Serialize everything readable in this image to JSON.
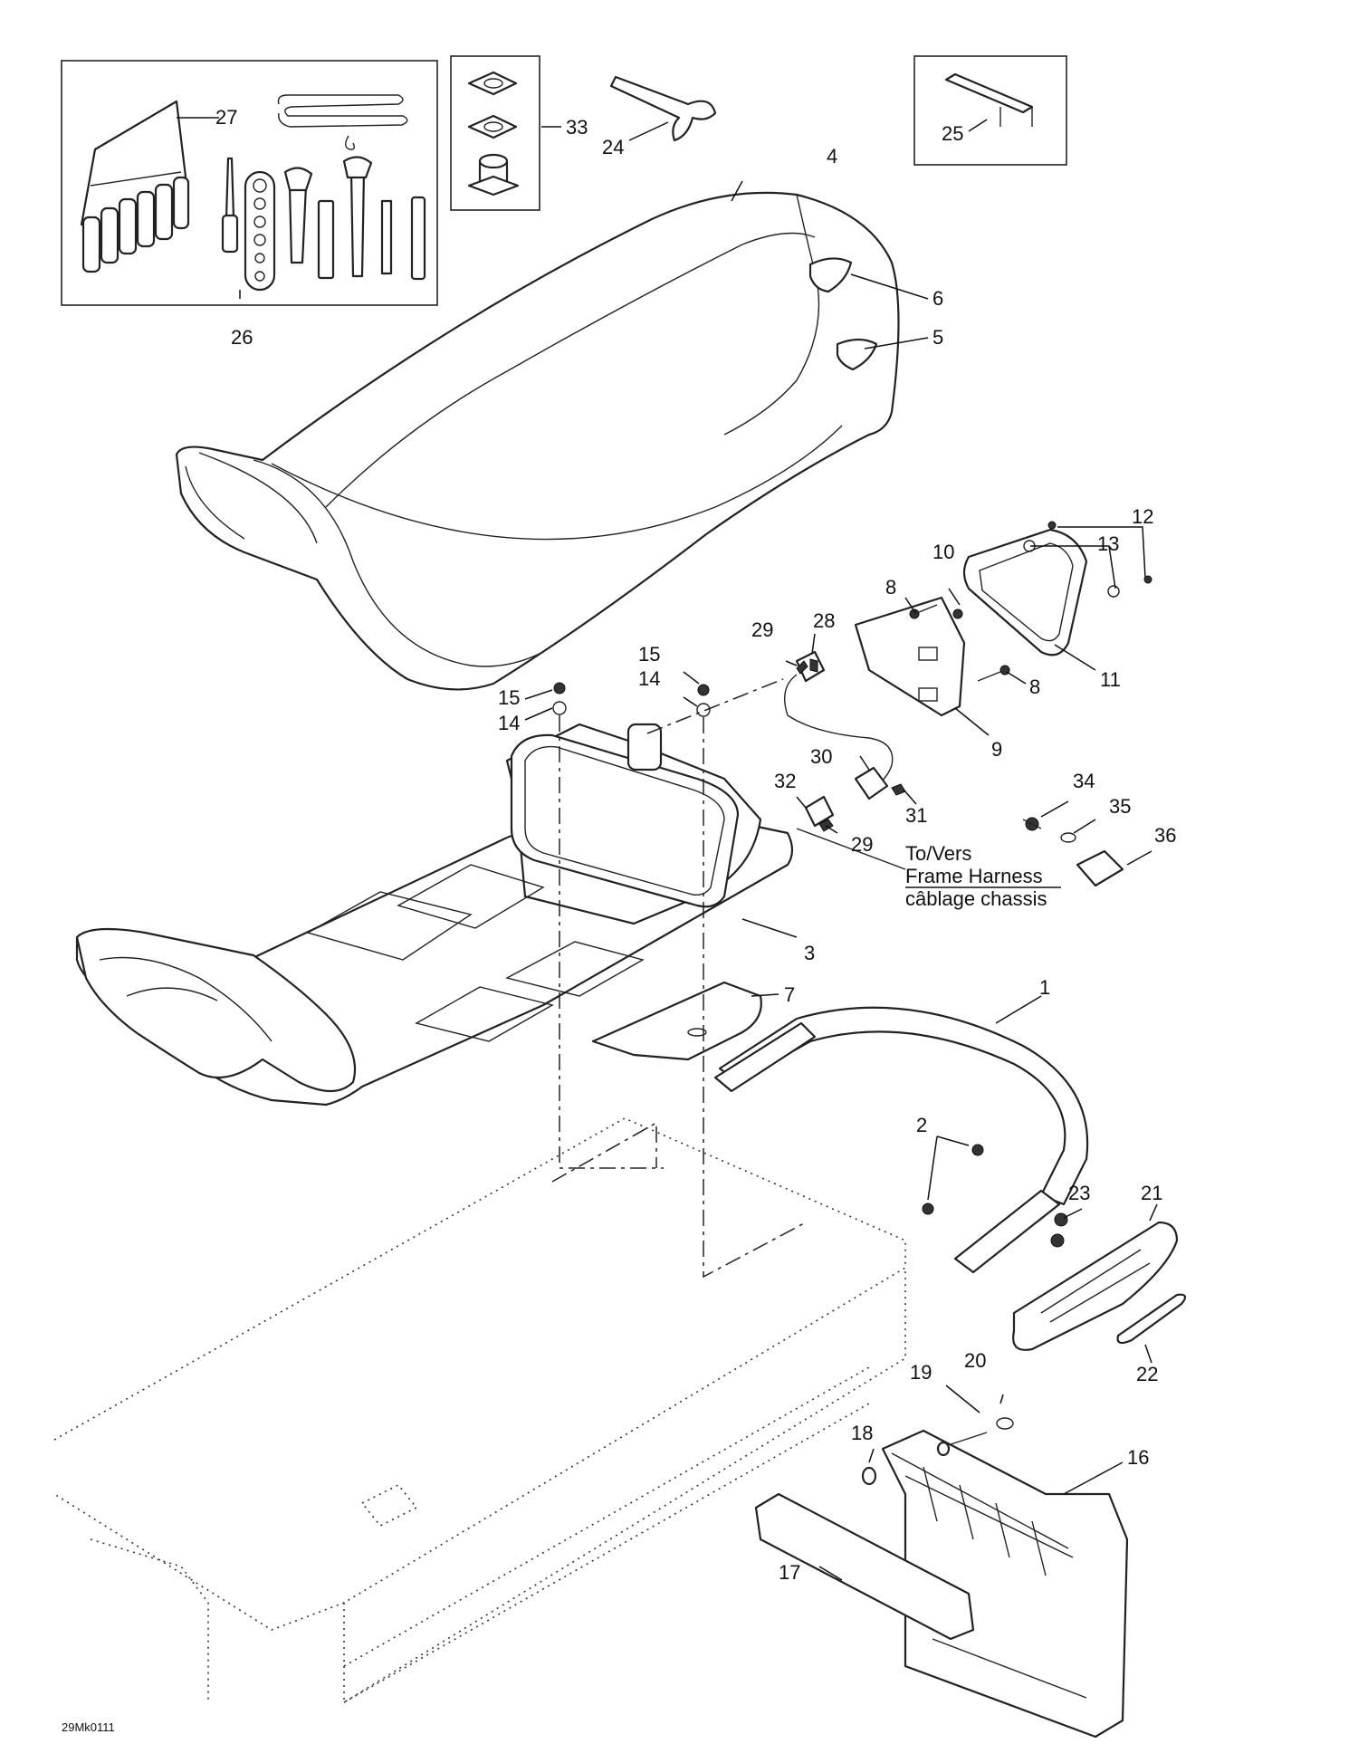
{
  "diagram_code": "29Mk0111",
  "harness_note": {
    "line1": "To/Vers",
    "line2": "Frame Harness",
    "line3": "câblage chassis"
  },
  "callouts": [
    {
      "id": "c1",
      "label": "1"
    },
    {
      "id": "c2",
      "label": "2"
    },
    {
      "id": "c3",
      "label": "3"
    },
    {
      "id": "c4",
      "label": "4"
    },
    {
      "id": "c5",
      "label": "5"
    },
    {
      "id": "c6",
      "label": "6"
    },
    {
      "id": "c7",
      "label": "7"
    },
    {
      "id": "c8a",
      "label": "8"
    },
    {
      "id": "c8b",
      "label": "8"
    },
    {
      "id": "c9",
      "label": "9"
    },
    {
      "id": "c10",
      "label": "10"
    },
    {
      "id": "c11",
      "label": "11"
    },
    {
      "id": "c12",
      "label": "12"
    },
    {
      "id": "c13",
      "label": "13"
    },
    {
      "id": "c14a",
      "label": "14"
    },
    {
      "id": "c14b",
      "label": "14"
    },
    {
      "id": "c15a",
      "label": "15"
    },
    {
      "id": "c15b",
      "label": "15"
    },
    {
      "id": "c16",
      "label": "16"
    },
    {
      "id": "c17",
      "label": "17"
    },
    {
      "id": "c18",
      "label": "18"
    },
    {
      "id": "c19",
      "label": "19"
    },
    {
      "id": "c20",
      "label": "20"
    },
    {
      "id": "c21",
      "label": "21"
    },
    {
      "id": "c22",
      "label": "22"
    },
    {
      "id": "c23",
      "label": "23"
    },
    {
      "id": "c24",
      "label": "24"
    },
    {
      "id": "c25",
      "label": "25"
    },
    {
      "id": "c26",
      "label": "26"
    },
    {
      "id": "c27",
      "label": "27"
    },
    {
      "id": "c28",
      "label": "28"
    },
    {
      "id": "c29a",
      "label": "29"
    },
    {
      "id": "c29b",
      "label": "29"
    },
    {
      "id": "c30",
      "label": "30"
    },
    {
      "id": "c31",
      "label": "31"
    },
    {
      "id": "c32",
      "label": "32"
    },
    {
      "id": "c33",
      "label": "33"
    },
    {
      "id": "c34",
      "label": "34"
    },
    {
      "id": "c35",
      "label": "35"
    },
    {
      "id": "c36",
      "label": "36"
    }
  ]
}
